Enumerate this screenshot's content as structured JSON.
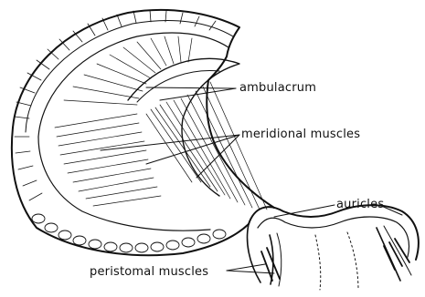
{
  "labels": {
    "ambulacrum": "ambulacrum",
    "meridional_muscles": "meridional muscles",
    "auricles": "auricles",
    "peristomal_muscles": "peristomal muscles"
  },
  "colors": {
    "ink": "#111111",
    "background": "#ffffff"
  }
}
